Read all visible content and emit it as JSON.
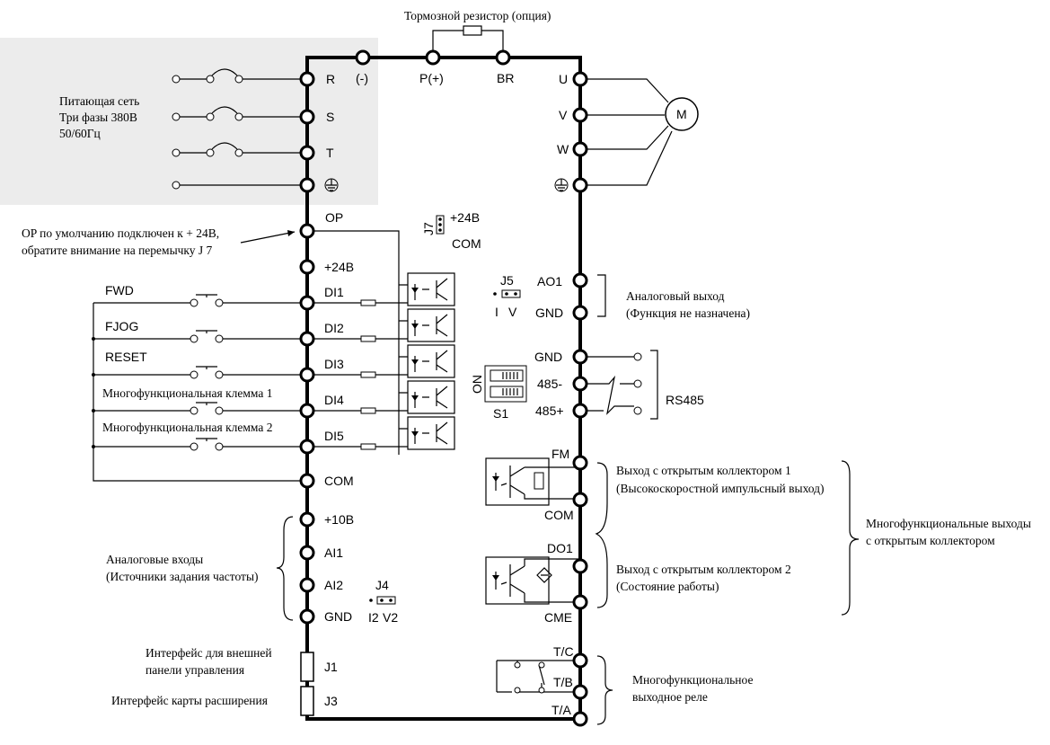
{
  "top": {
    "brake_resistor": "Тормозной резистор (опция)"
  },
  "dc_terminals": [
    "(-)",
    "P(+)",
    "BR"
  ],
  "left_terminals": {
    "power": [
      "R",
      "S",
      "T"
    ],
    "control": [
      "OP",
      "+24В",
      "DI1",
      "DI2",
      "DI3",
      "DI4",
      "DI5",
      "COM"
    ],
    "analog": [
      "+10В",
      "AI1",
      "AI2",
      "GND"
    ],
    "interfaces": [
      "J1",
      "J3"
    ]
  },
  "right_terminals": {
    "motor": [
      "U",
      "V",
      "W"
    ],
    "ao": [
      "AO1",
      "GND"
    ],
    "rs485": [
      "GND",
      "485-",
      "485+"
    ],
    "oc": [
      "FM",
      "COM",
      "DO1",
      "CME"
    ],
    "relay": [
      "T/C",
      "T/B",
      "T/A"
    ]
  },
  "motor_label": "M",
  "jumpers": {
    "j7": {
      "name": "J7",
      "top": "+24В",
      "bottom": "COM"
    },
    "j5": {
      "name": "J5",
      "i": "I",
      "v": "V"
    },
    "s1": {
      "name": "S1",
      "on": "ON"
    },
    "j4": {
      "name": "J4",
      "i2": "I2",
      "v2": "V2"
    }
  },
  "inputs": [
    "FWD",
    "FJOG",
    "RESET",
    "Многофункциональная клемма 1",
    "Многофункциональная клемма 2"
  ],
  "annotations": {
    "supply": [
      "Питающая сеть",
      "Три фазы 380В",
      "50/60Гц"
    ],
    "op_note": [
      "OP по умолчанию подключен к + 24В,",
      "обратите внимание на перемычку J 7"
    ],
    "analog_in": [
      "Аналоговые входы",
      "(Источники задания частоты)"
    ],
    "ext_panel": [
      "Интерфейс для внешней",
      "панели управления"
    ],
    "exp_card": "Интерфейс карты расширения",
    "ao_out": [
      "Аналоговый выход",
      "(Функция не назначена)"
    ],
    "rs485": "RS485",
    "oc1": [
      "Выход с открытым коллектором 1",
      "(Высокоскоростной импульсный выход)"
    ],
    "oc2": [
      "Выход с открытым коллектором 2",
      "(Состояние работы)"
    ],
    "multi_oc": [
      "Многофункциональные выходы",
      "с открытым коллектором"
    ],
    "relay": [
      "Многофункциональное",
      "выходное реле"
    ]
  }
}
